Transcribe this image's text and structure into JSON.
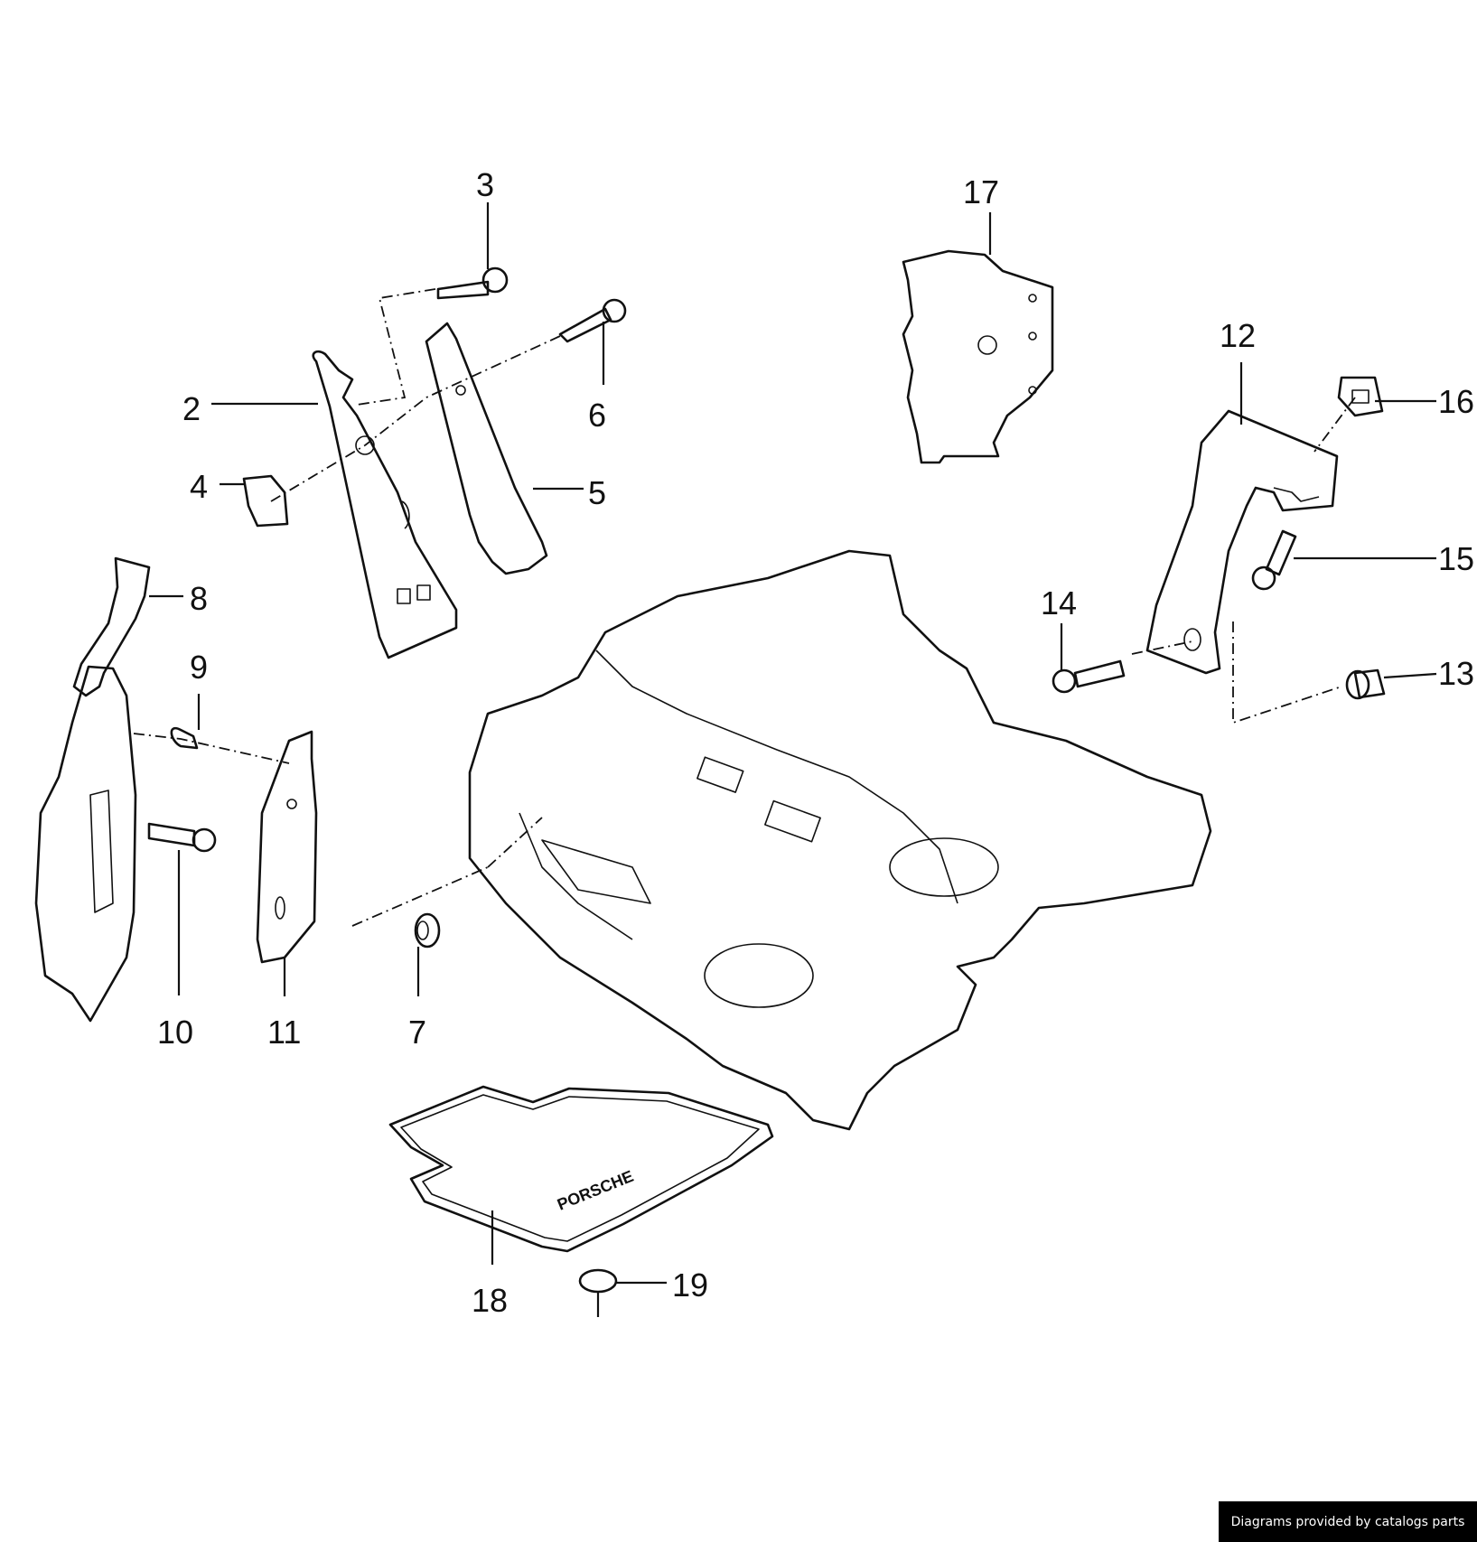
{
  "diagram": {
    "callouts": [
      {
        "id": "c2",
        "label": "2"
      },
      {
        "id": "c3",
        "label": "3"
      },
      {
        "id": "c4",
        "label": "4"
      },
      {
        "id": "c5",
        "label": "5"
      },
      {
        "id": "c6",
        "label": "6"
      },
      {
        "id": "c7",
        "label": "7"
      },
      {
        "id": "c8",
        "label": "8"
      },
      {
        "id": "c9",
        "label": "9"
      },
      {
        "id": "c10",
        "label": "10"
      },
      {
        "id": "c11",
        "label": "11"
      },
      {
        "id": "c12",
        "label": "12"
      },
      {
        "id": "c13",
        "label": "13"
      },
      {
        "id": "c14",
        "label": "14"
      },
      {
        "id": "c15",
        "label": "15"
      },
      {
        "id": "c16",
        "label": "16"
      },
      {
        "id": "c17",
        "label": "17"
      },
      {
        "id": "c18",
        "label": "18"
      },
      {
        "id": "c19",
        "label": "19"
      }
    ],
    "mat_logo": "PORSCHE"
  },
  "footer": {
    "credit": "Diagrams provided by catalogs parts"
  }
}
